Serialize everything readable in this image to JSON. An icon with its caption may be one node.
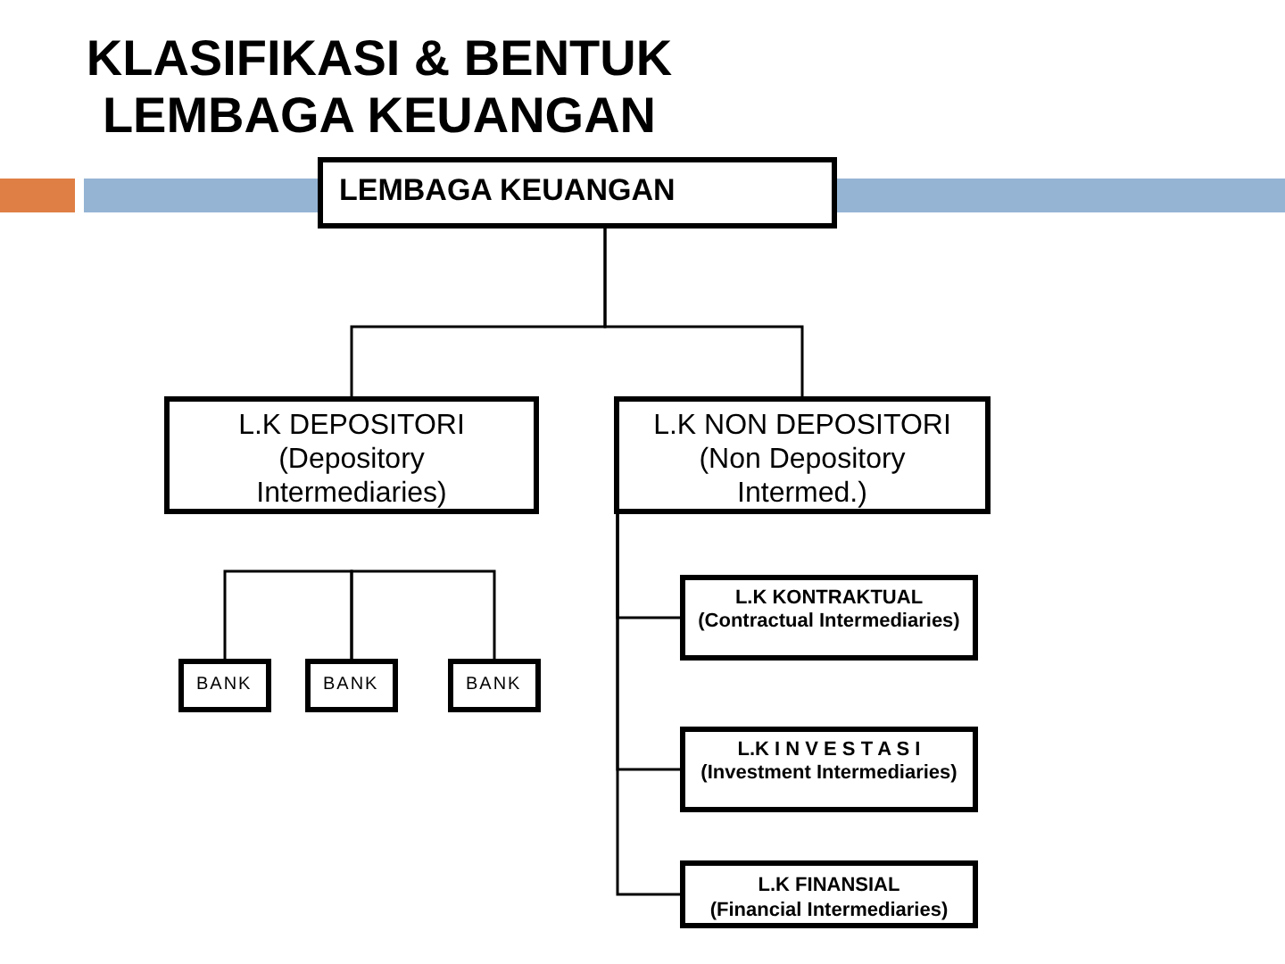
{
  "diagram": {
    "title": "KLASIFIKASI & BENTUK LEMBAGA KEUANGAN",
    "nodes": [
      {
        "text": [
          "LEMBAGA KEUANGAN"
        ]
      },
      {
        "text": [
          "L.K DEPOSITORI",
          "(Depository Intermediaries)"
        ]
      },
      {
        "text": [
          "L.K NON DEPOSITORI",
          "(Non Depository Intermed.)"
        ]
      },
      {
        "text": [
          "BANK"
        ]
      },
      {
        "text": [
          "BANK"
        ]
      },
      {
        "text": [
          "BANK"
        ]
      },
      {
        "text": [
          "L.K KONTRAKTUAL",
          "(Contractual Intermediaries)"
        ]
      },
      {
        "text": [
          "L.K I N V E S T A S I",
          "(Investment Intermediaries)"
        ]
      },
      {
        "text": [
          "L.K FINANSIAL",
          "(Financial Intermediaries)"
        ]
      }
    ],
    "edges": [
      {
        "from": 0,
        "to": 1,
        "arrow": "none"
      },
      {
        "from": 0,
        "to": 2,
        "arrow": "none"
      },
      {
        "from": 3,
        "to": 4,
        "arrow": "none"
      },
      {
        "from": 4,
        "to": 5,
        "arrow": "none"
      },
      {
        "from": 2,
        "to": 6,
        "arrow": "none"
      },
      {
        "from": 2,
        "to": 7,
        "arrow": "none"
      },
      {
        "from": 2,
        "to": 8,
        "arrow": "none"
      }
    ]
  }
}
